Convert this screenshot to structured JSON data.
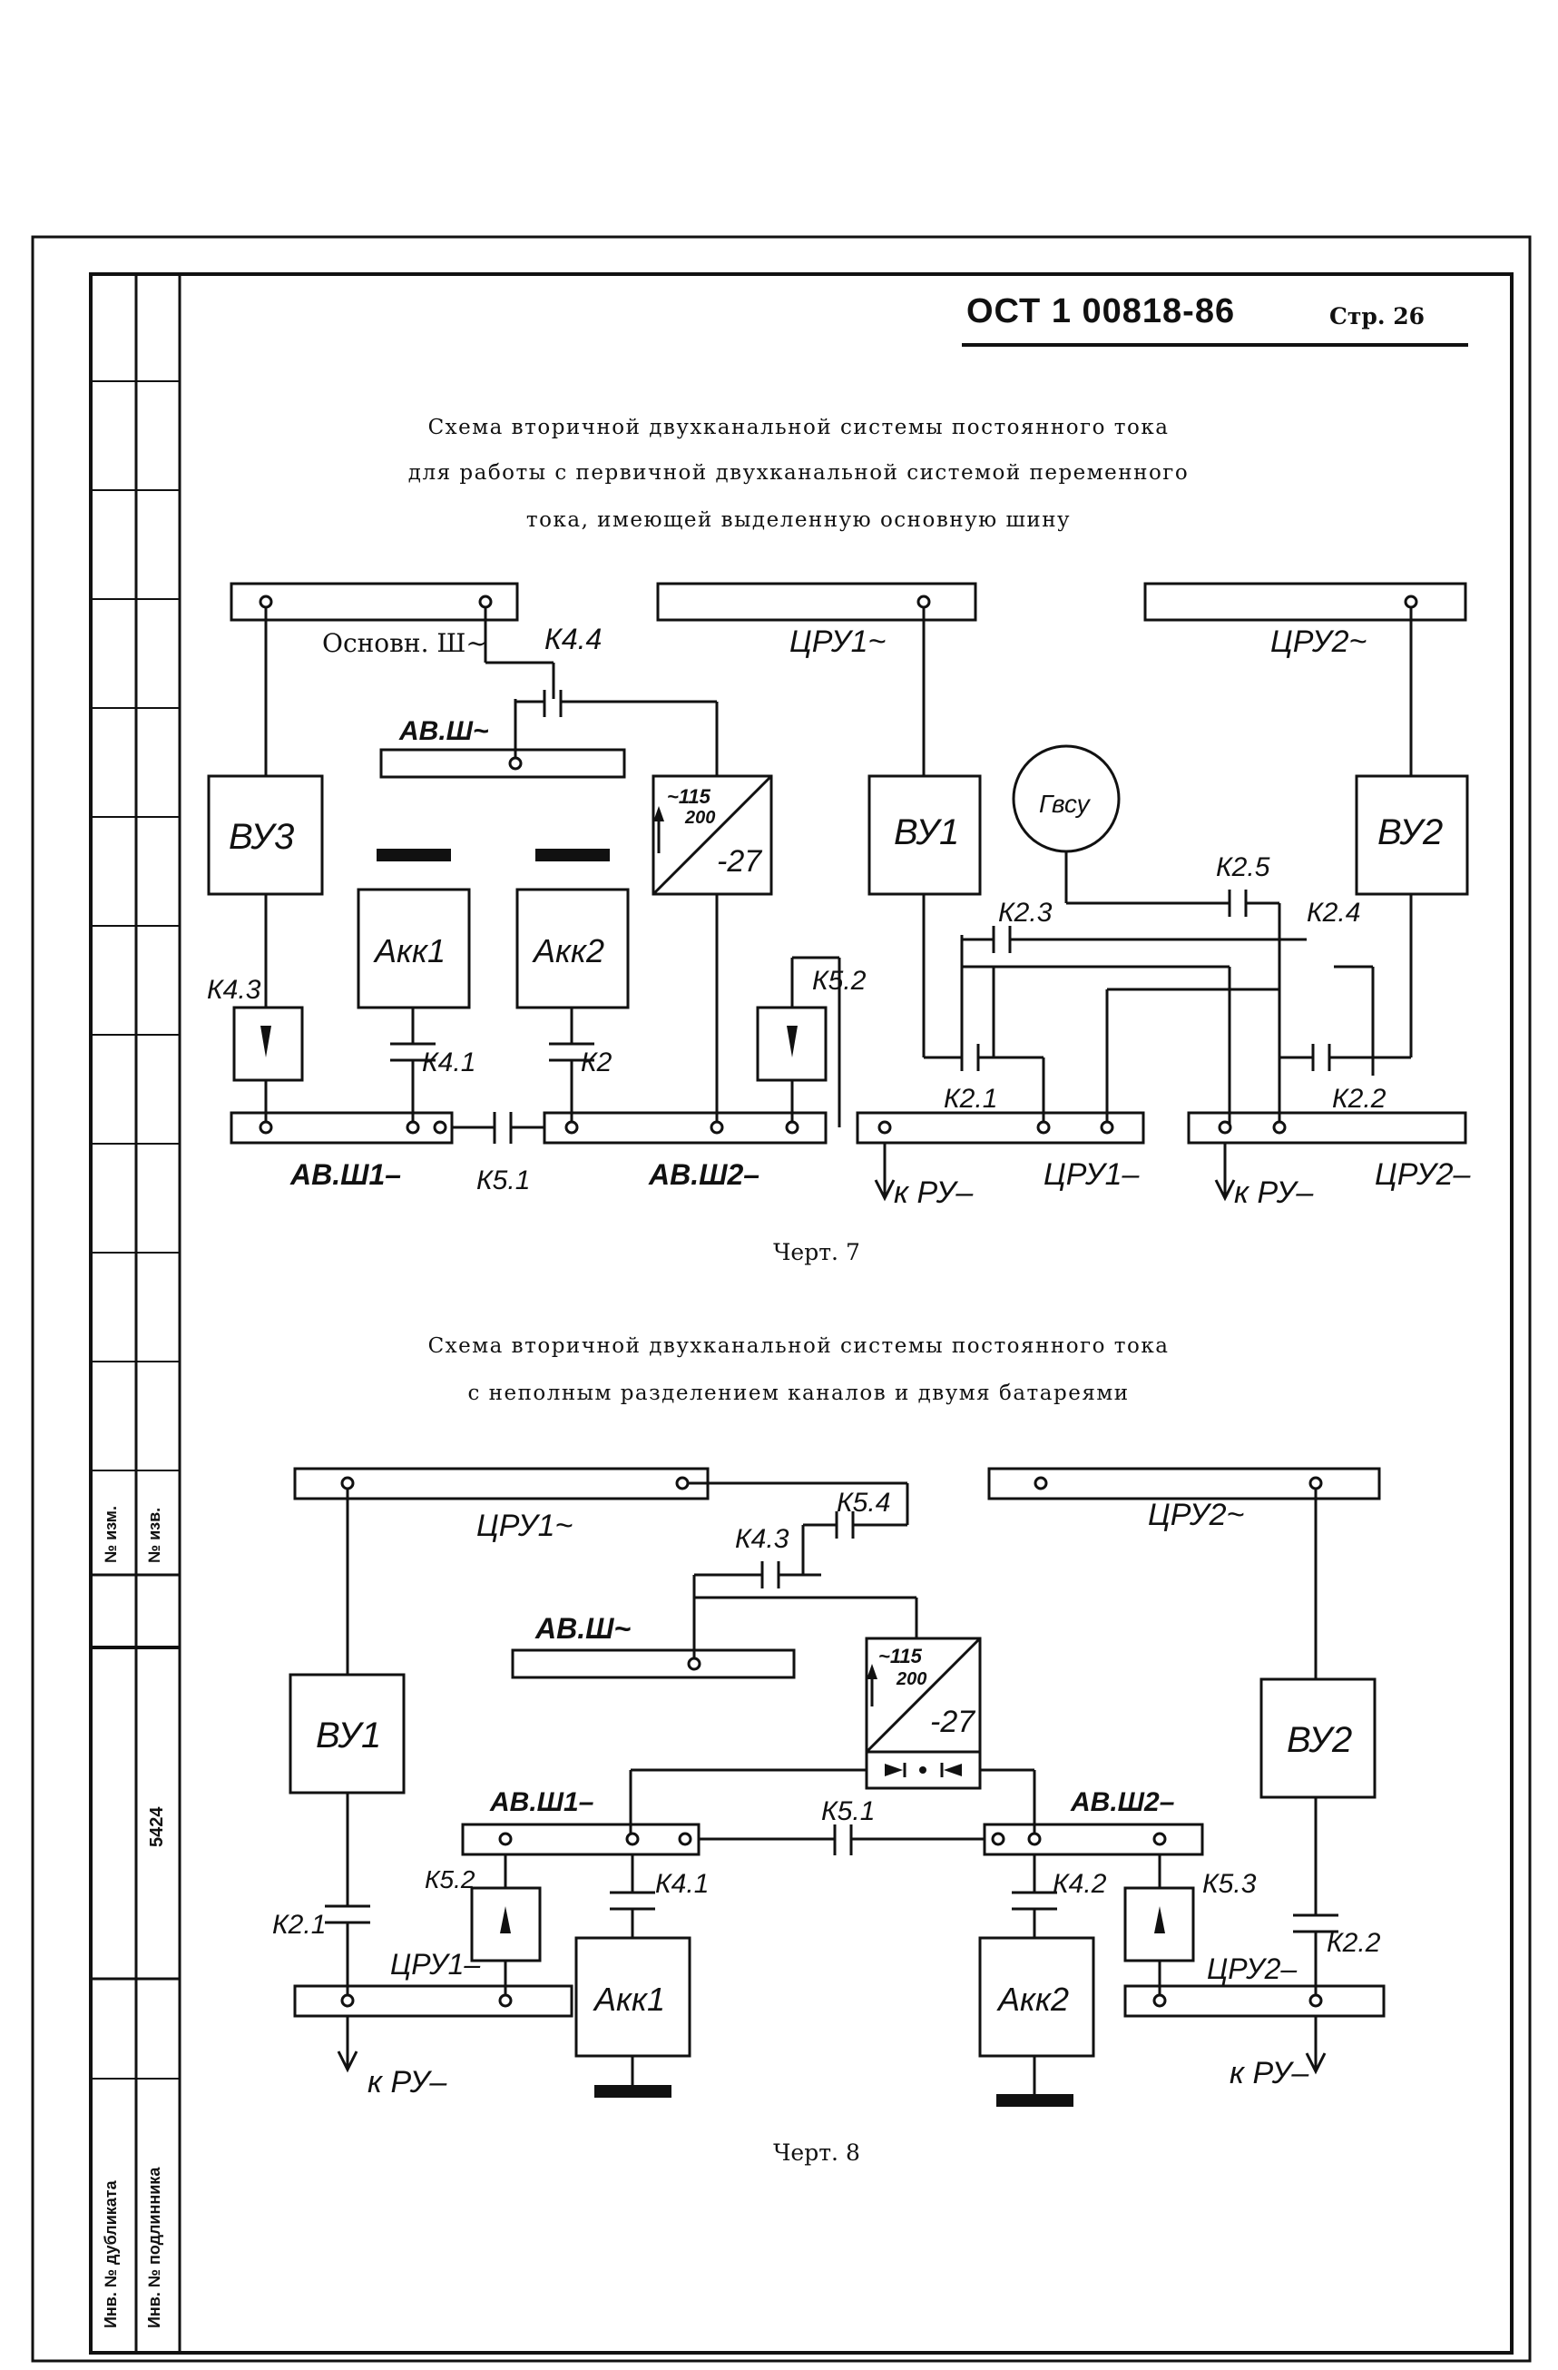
{
  "header": {
    "doc_number": "ОСТ 1 00818-86",
    "page_label": "Стр. 26"
  },
  "side_stamp": {
    "change_no": "№ изм.",
    "notice_no": "№ изв.",
    "inv_number_value": "5424",
    "dup_inv": "Инв. № дубликата",
    "orig_inv": "Инв. № подлинника"
  },
  "figure7": {
    "title_lines": [
      "Схема вторичной двухканальной системы постоянного тока",
      "для работы с первичной двухканальной системой переменного",
      "тока, имеющей выделенную основную шину"
    ],
    "caption": "Черт. 7",
    "labels": {
      "main_bus": "Основн. Ш~",
      "k44": "К4.4",
      "cru1_ac": "ЦРУ1~",
      "cru2_ac": "ЦРУ2~",
      "avsh_ac": "АВ.Ш~",
      "vu3": "ВУ3",
      "akk1": "Акк1",
      "akk2": "Акк2",
      "conv_115": "~115",
      "conv_200": "200",
      "conv_27": "-27",
      "vu1": "ВУ1",
      "gen": "Гвсу",
      "vu2": "ВУ2",
      "k25": "К2.5",
      "k23": "К2.3",
      "k24": "К2.4",
      "k43": "К4.3",
      "k52": "К5.2",
      "k41": "К4.1",
      "k2": "К2",
      "k21": "К2.1",
      "k22": "К2.2",
      "avsh1_dc": "АВ.Ш1–",
      "k51": "К5.1",
      "avsh2_dc": "АВ.Ш2–",
      "kru_a": "к РУ–",
      "cru1_dc": "ЦРУ1–",
      "kru_b": "к РУ–",
      "cru2_dc": "ЦРУ2–"
    }
  },
  "figure8": {
    "title_lines": [
      "Схема вторичной двухканальной системы постоянного тока",
      "с неполным разделением каналов и двумя батареями"
    ],
    "caption": "Черт. 8",
    "labels": {
      "cru1_ac": "ЦРУ1~",
      "cru2_ac": "ЦРУ2~",
      "k54": "К5.4",
      "k43": "К4.3",
      "avsh_ac": "АВ.Ш~",
      "conv_115": "~115",
      "conv_200": "200",
      "conv_27": "-27",
      "vu1": "ВУ1",
      "vu2": "ВУ2",
      "avsh1_dc": "АВ.Ш1–",
      "avsh2_dc": "АВ.Ш2–",
      "k51": "К5.1",
      "k52": "К5.2",
      "k41": "К4.1",
      "k42": "К4.2",
      "k53": "К5.3",
      "k21": "К2.1",
      "k22": "К2.2",
      "cru1_dc": "ЦРУ1–",
      "cru2_dc": "ЦРУ2–",
      "akk1": "Акк1",
      "akk2": "Акк2",
      "kru_a": "к РУ–",
      "kru_b": "к РУ–"
    }
  }
}
